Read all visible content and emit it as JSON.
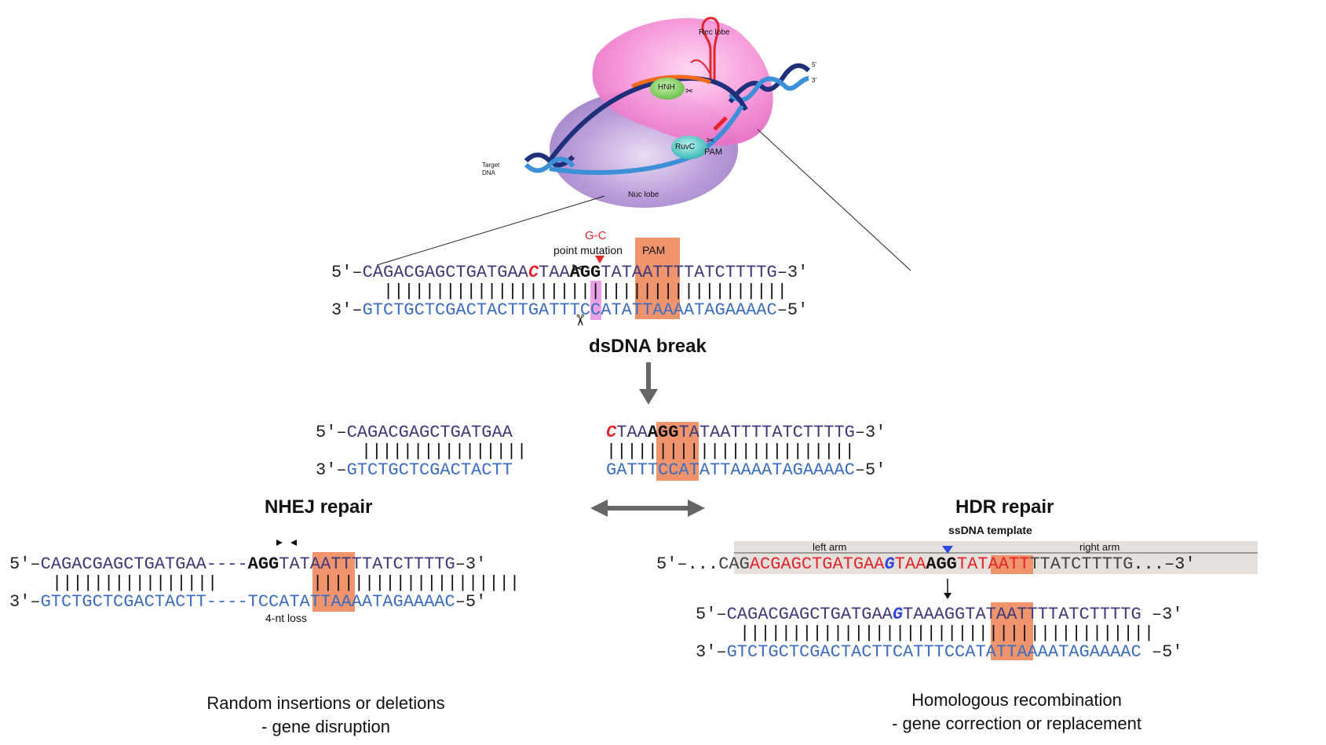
{
  "cas9": {
    "rec_lobe": "Rec lobe",
    "nuc_lobe": "Nuc lobe",
    "hnh": "HNH",
    "ruvc": "RuvC",
    "pam": "PAM",
    "target_dna": "Target DNA",
    "five_prime": "5'",
    "three_prime": "3'"
  },
  "top": {
    "mutation_title": "G-C",
    "mutation_sub": "point mutation",
    "pam_label": "PAM",
    "top_left": "5′–",
    "top_seq_a": "CAGACGAGCTGATGAA",
    "top_seq_c": "C",
    "top_seq_b": "TAA",
    "top_seq_pam": "AGG",
    "top_seq_d": "TATAATTTTATCTTTTG",
    "top_right": "–3′",
    "bars": "|||||||||||||||||||||||||||||||||||||||",
    "bot_left": "3′–",
    "bot_seq_a": "GTCTGCTCGACTACTT",
    "bot_seq_g": "G",
    "bot_seq_b": "ATT",
    "bot_seq_pam": "TCC",
    "bot_seq_d": "ATATTAAAATAGAAAAC",
    "bot_right": "–5′",
    "break_label": "dsDNA break"
  },
  "broken": {
    "top_left": "5′–",
    "top_seq_a": "CAGACGAGCTGATGAA",
    "top_seq_c": "C",
    "top_seq_b": "TAA",
    "top_seq_pam": "AGG",
    "top_seq_d": "TATAATTTTATCTTTTG",
    "top_right": "–3′",
    "bars_left": "||||||||||||||||",
    "bars_right": "||||||||||||||||||||||||",
    "bot_left": "3′–",
    "bot_seq_a": "GTCTGCTCGACTACTT",
    "bot_seq_b": "GATT",
    "bot_seq_pam": "TCC",
    "bot_seq_d": "ATATTAAAATAGAAAAC",
    "bot_right": "–5′"
  },
  "nhej": {
    "title": "NHEJ repair",
    "top_left": "5′–",
    "top_seq_a": "CAGACGAGCTGATGAA",
    "top_gap": "----",
    "top_pam": "AGG",
    "top_seq_d": "TATAATTTTATCTTTTG",
    "top_right": "–3′",
    "bars_left": "||||||||||||||||",
    "bars_right": "||||||||||||||||||||",
    "bot_left": "3′–",
    "bot_seq_a": "GTCTGCTCGACTACTT",
    "bot_gap": "----",
    "bot_pam": "TCC",
    "bot_seq_d": "ATATTAAAATAGAAAAC",
    "bot_right": "–5′",
    "loss_label": "4-nt loss",
    "outcome_line1": "Random insertions or deletions",
    "outcome_line2": "- gene disruption"
  },
  "hdr": {
    "title": "HDR repair",
    "template_label": "ssDNA template",
    "left_arm": "left arm",
    "right_arm": "right arm",
    "tmpl_left": "5′–...",
    "tmpl_a": "CAG",
    "tmpl_b": "ACGAGCTGATGAA",
    "tmpl_g": "G",
    "tmpl_c": "TAA",
    "tmpl_pam": "AGG",
    "tmpl_d": "TATAATT",
    "tmpl_e": "TTATCTTTTG",
    "tmpl_right": "...–3′",
    "top_left": "5′–",
    "top_seq_a": "CAGACGAGCTGATGAA",
    "top_g": "G",
    "top_seq_b": "TAA",
    "top_pam": "AGG",
    "top_seq_d": "TATAATTTTATCTTTTG",
    "top_right": " –3′",
    "bars": "||||||||||||||||||||||||||||||||||||||||",
    "bot_left": "3′–",
    "bot_seq_a": "GTCTGCTCGACTACTTCATT",
    "bot_pam": "TCC",
    "bot_seq_d": "ATATTAAAATAGAAAAC",
    "bot_right": " –5′",
    "outcome_line1": "Homologous recombination",
    "outcome_line2": "- gene correction or replacement"
  }
}
